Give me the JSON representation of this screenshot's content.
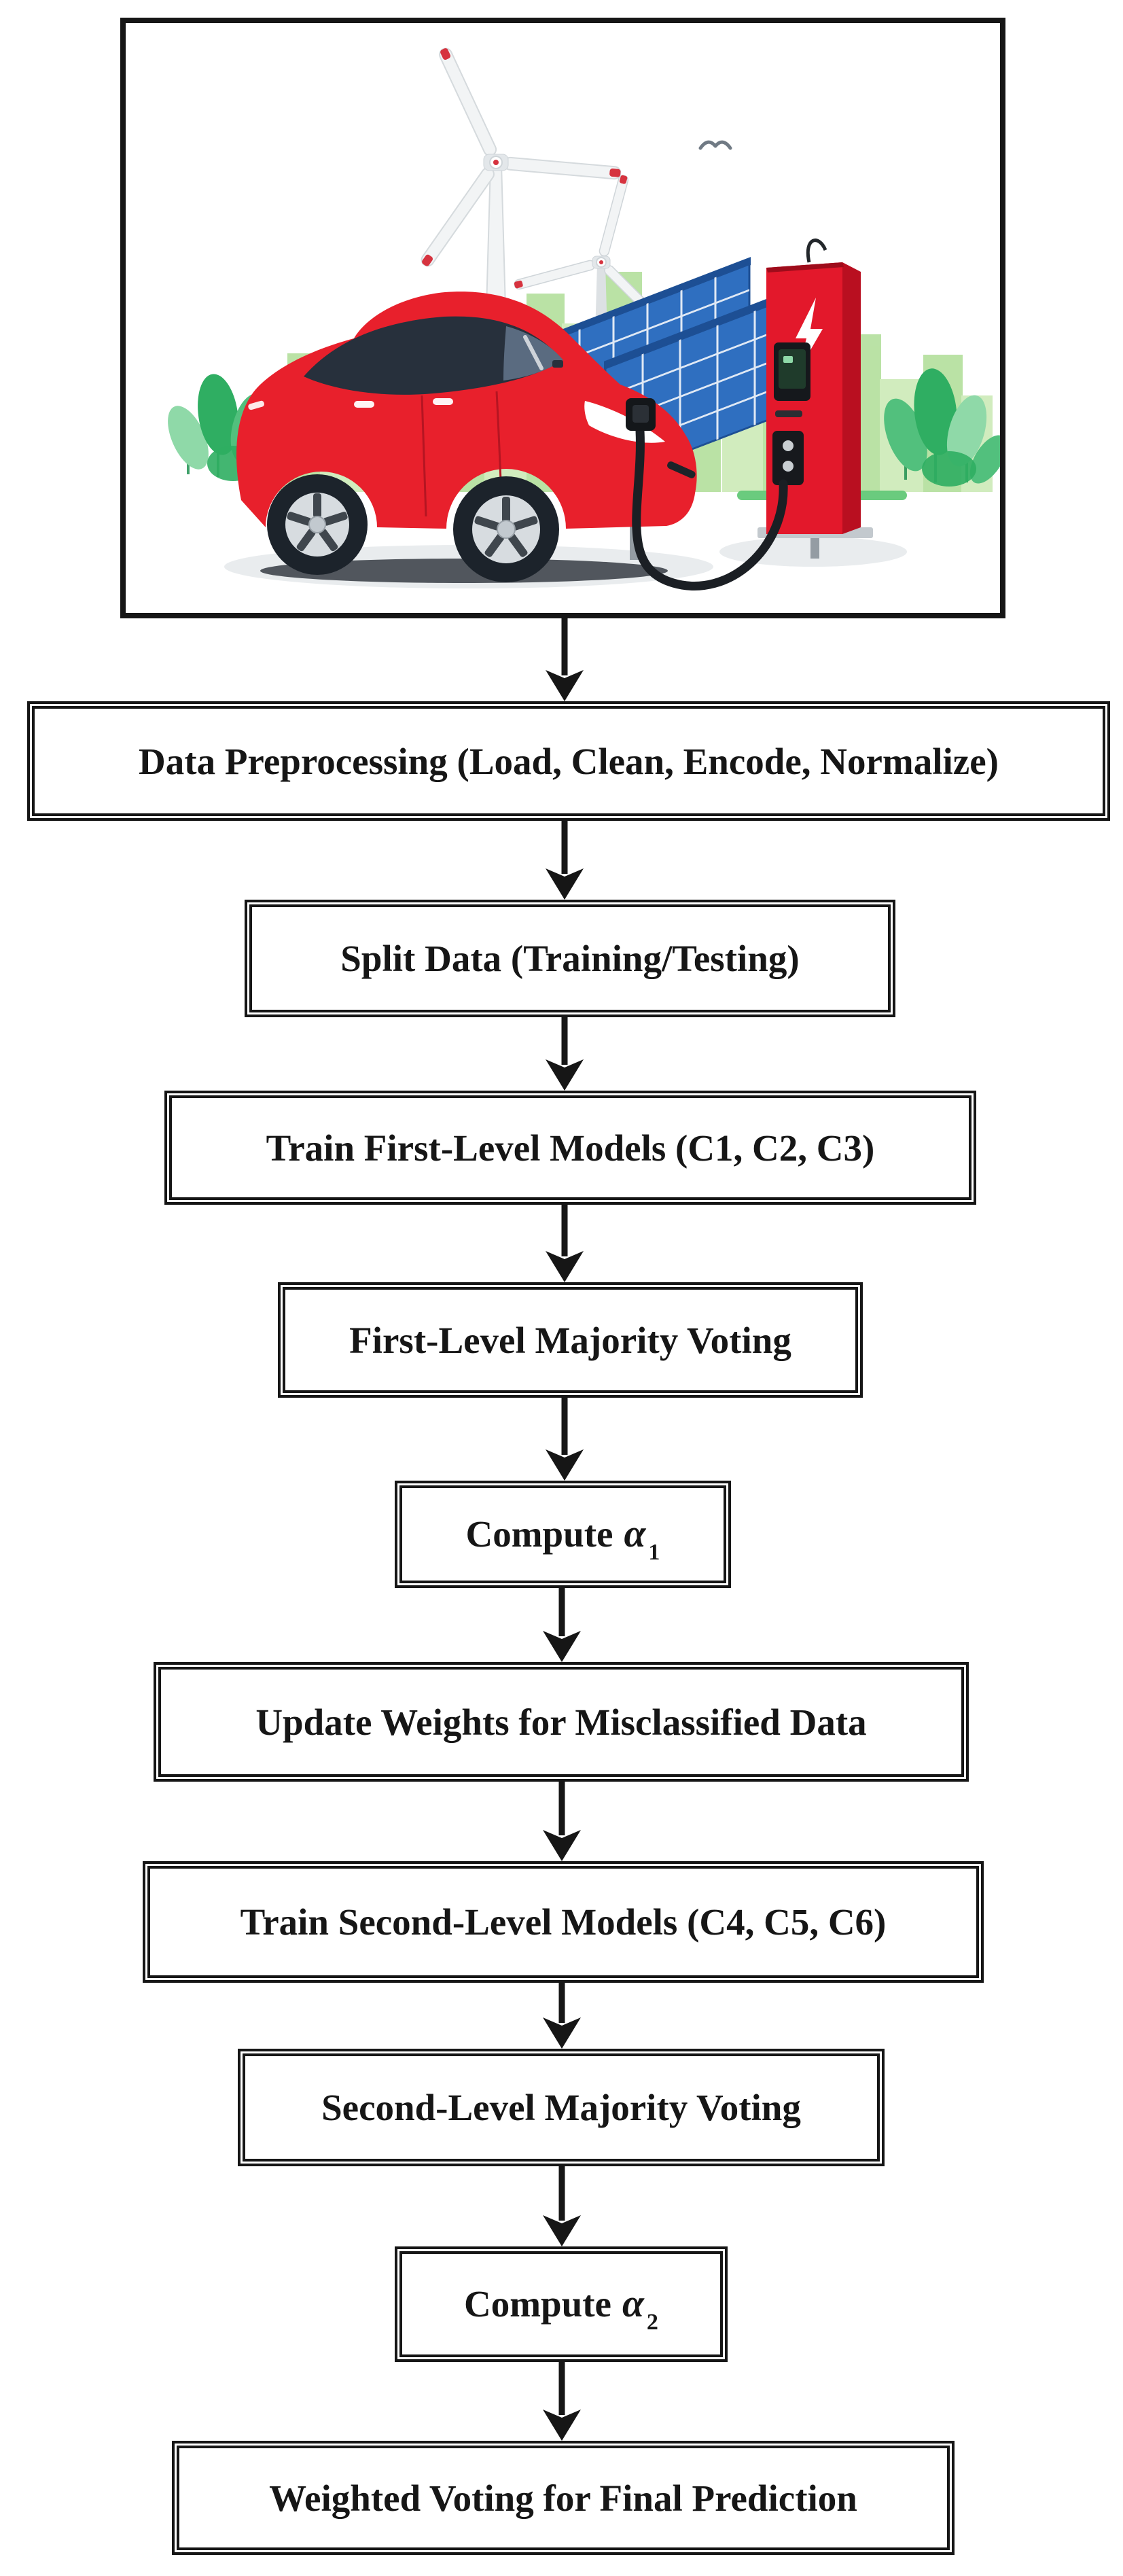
{
  "colors": {
    "page_bg": "#ffffff",
    "ink": "#161616",
    "box_fill": "#ffffff",
    "car_red": "#e8202c",
    "car_red_dark": "#b51522",
    "window_dark": "#27303c",
    "windshield_gray": "#5a6b80",
    "rim_gray": "#d7dce0",
    "spoke_gray": "#3f464d",
    "tire_dark": "#1c232b",
    "charger_red": "#e3182b",
    "charger_red_dark": "#b90f20",
    "panel_blue": "#2f6fc0",
    "panel_blue_dark": "#1d4f94",
    "skyline_green": "#cdeab8",
    "skyline_green_dark": "#b3df9c",
    "grass_green": "#62c877",
    "bush_green": "#2fae62",
    "bush_green_mid": "#52c07d",
    "bush_green_light": "#8fd9a8",
    "turbine_white": "#f2f4f5",
    "turbine_shade": "#dde1e4",
    "tip_red": "#d6333f",
    "shadow_gray": "#e9ecee",
    "car_shadow": "#40464d",
    "cable_black": "#1b1f24",
    "bird_gray": "#707a84",
    "metal_gray": "#c3c9ce"
  },
  "illustration": {
    "name": "ev-charging-scene",
    "elements": [
      "red-electric-car",
      "ev-charging-station",
      "lightning-bolt-icon",
      "charging-cable",
      "wind-turbines",
      "solar-panels",
      "city-skyline",
      "bushes",
      "bird"
    ]
  },
  "flow": {
    "nodes": [
      {
        "label": "Data Preprocessing (Load, Clean, Encode, Normalize)"
      },
      {
        "label": "Split Data (Training/Testing)"
      },
      {
        "label": "Train First-Level Models (C1, C2, C3)"
      },
      {
        "label": "First-Level Majority Voting"
      },
      {
        "prefix": "Compute",
        "symbol": "α",
        "subscript": "1"
      },
      {
        "label": "Update Weights for Misclassified Data"
      },
      {
        "label": "Train Second-Level Models (C4, C5, C6)"
      },
      {
        "label": "Second-Level Majority Voting"
      },
      {
        "prefix": "Compute",
        "symbol": "α",
        "subscript": "2"
      },
      {
        "label": "Weighted Voting for Final Prediction"
      }
    ]
  }
}
